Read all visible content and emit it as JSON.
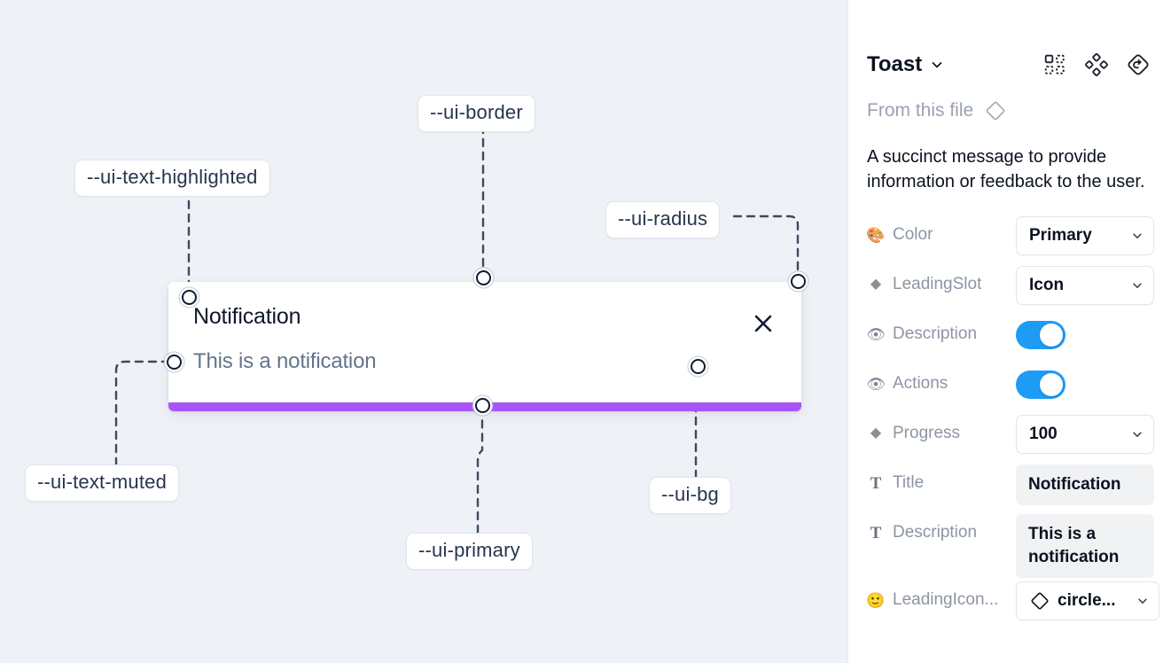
{
  "canvas": {
    "background_color": "#eef1f6",
    "toast": {
      "title": "Notification",
      "description": "This is a notification",
      "close_icon": "close-x-icon",
      "progress_color": "#a855f7",
      "background_color": "#ffffff"
    },
    "tokens": [
      {
        "id": "ui-text-highlighted",
        "label": "--ui-text-highlighted"
      },
      {
        "id": "ui-border",
        "label": "--ui-border"
      },
      {
        "id": "ui-radius",
        "label": "--ui-radius"
      },
      {
        "id": "ui-text-muted",
        "label": "--ui-text-muted"
      },
      {
        "id": "ui-primary",
        "label": "--ui-primary"
      },
      {
        "id": "ui-bg",
        "label": "--ui-bg"
      }
    ]
  },
  "panel": {
    "title": "Toast",
    "title_chevron_icon": "chevron-down-icon",
    "tools": [
      {
        "id": "variants",
        "icon": "component-set-icon"
      },
      {
        "id": "component",
        "icon": "four-diamond-icon"
      },
      {
        "id": "reset",
        "icon": "reset-instance-icon"
      }
    ],
    "from_file_label": "From this file",
    "from_file_icon": "diamond-outline-icon",
    "description": "A succinct message to provide information or feedback to the user.",
    "properties": [
      {
        "id": "color",
        "icon": "palette-emoji",
        "icon_glyph": "🎨",
        "label": "Color",
        "control": "select",
        "value": "Primary"
      },
      {
        "id": "leading-slot",
        "icon": "diamond-solid-icon",
        "icon_glyph": "◆",
        "label": "LeadingSlot",
        "control": "select",
        "value": "Icon"
      },
      {
        "id": "description",
        "icon": "eye-emoji",
        "icon_glyph": "👁",
        "label": "Description",
        "control": "toggle",
        "value": "on"
      },
      {
        "id": "actions",
        "icon": "eye-emoji",
        "icon_glyph": "👁",
        "label": "Actions",
        "control": "toggle",
        "value": "on"
      },
      {
        "id": "progress",
        "icon": "diamond-solid-icon",
        "icon_glyph": "◆",
        "label": "Progress",
        "control": "select",
        "value": "100"
      },
      {
        "id": "title",
        "icon": "text-type-icon",
        "icon_glyph": "T",
        "label": "Title",
        "control": "text",
        "value": "Notification"
      },
      {
        "id": "description-text",
        "icon": "text-type-icon",
        "icon_glyph": "T",
        "label": "Description",
        "control": "text",
        "value": "This is a notification"
      },
      {
        "id": "leading-icon",
        "icon": "smiley-emoji",
        "icon_glyph": "🙂",
        "label": "LeadingIcon...",
        "control": "select-icon",
        "value": "circle..."
      }
    ]
  }
}
